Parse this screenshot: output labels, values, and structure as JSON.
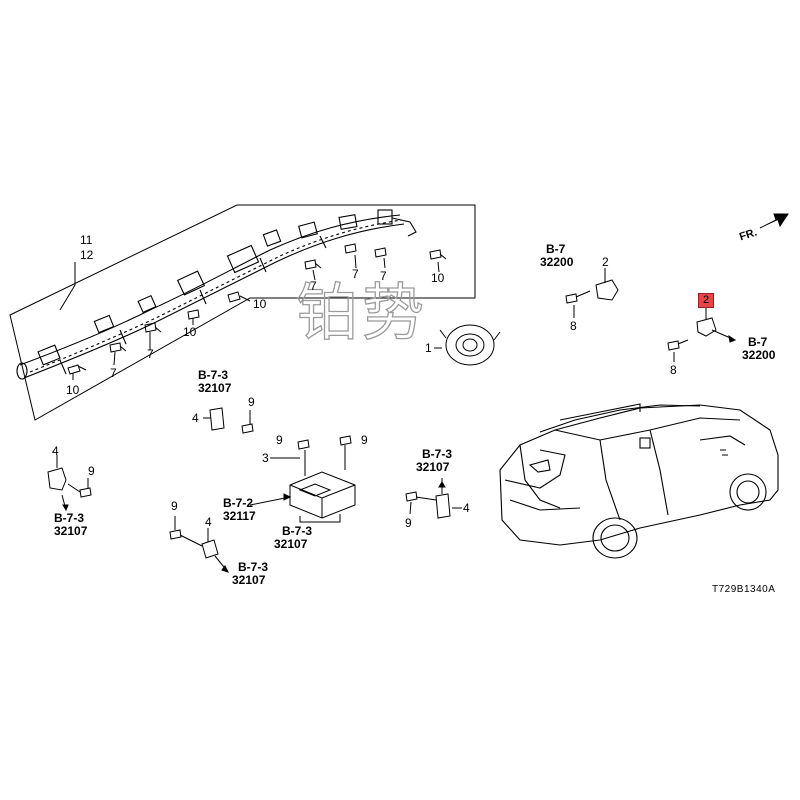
{
  "watermark": "铂势",
  "diagram_code": "T729B1340A",
  "direction_label": "FR.",
  "part_numbers": {
    "curtain_airbag_upper": "11",
    "curtain_airbag_lower": "12",
    "clock_spring": "1",
    "side_sensor_right": "2",
    "side_sensor_right_highlighted": "2",
    "srs_unit": "3",
    "impact_sensor_left_upper": "4",
    "impact_sensor_left_lower": "4",
    "impact_sensor_bottom": "4",
    "impact_sensor_right": "4"
  },
  "fasteners": {
    "bolt_7_a": "7",
    "bolt_7_b": "7",
    "bolt_7_c": "7",
    "bolt_7_d": "7",
    "bolt_7_e": "7",
    "bolt_10_a": "10",
    "bolt_10_b": "10",
    "bolt_10_c": "10",
    "bolt_10_d": "10",
    "bolt_8_a": "8",
    "bolt_8_b": "8",
    "bolt_9_a": "9",
    "bolt_9_b": "9",
    "bolt_9_c": "9",
    "bolt_9_d": "9",
    "bolt_9_e": "9",
    "bolt_9_f": "9"
  },
  "references": {
    "ref_a": {
      "section": "B-7",
      "code": "32200"
    },
    "ref_b": {
      "section": "B-7",
      "code": "32200"
    },
    "ref_c": {
      "section": "B-7-3",
      "code": "32107"
    },
    "ref_d": {
      "section": "B-7-3",
      "code": "32107"
    },
    "ref_e": {
      "section": "B-7-2",
      "code": "32117"
    },
    "ref_f": {
      "section": "B-7-3",
      "code": "32107"
    },
    "ref_g": {
      "section": "B-7-3",
      "code": "32107"
    },
    "ref_h": {
      "section": "B-7-3",
      "code": "32107"
    }
  }
}
